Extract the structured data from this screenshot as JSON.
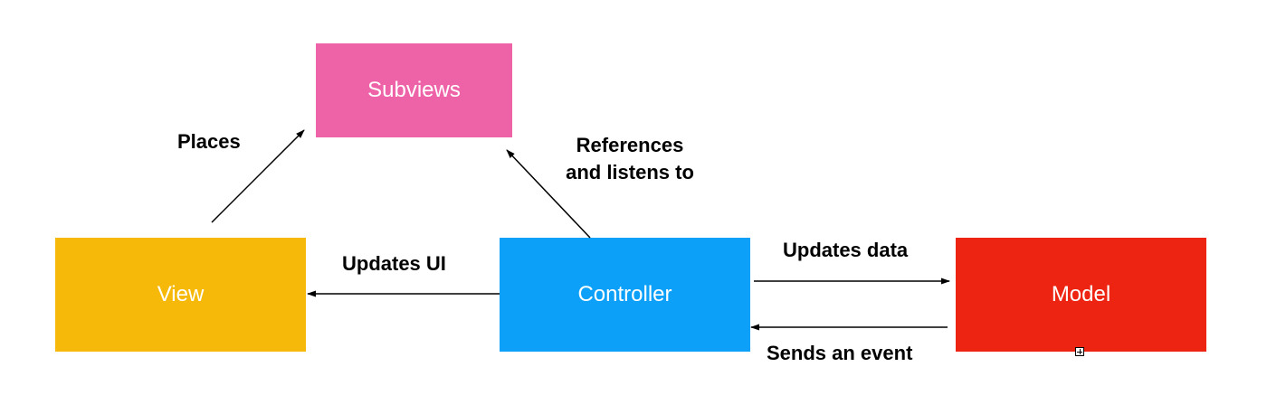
{
  "nodes": {
    "subviews": {
      "label": "Subviews",
      "color": "#EE63A8"
    },
    "view": {
      "label": "View",
      "color": "#F6B90A"
    },
    "controller": {
      "label": "Controller",
      "color": "#0DA0F8"
    },
    "model": {
      "label": "Model",
      "color": "#EE2412"
    }
  },
  "edges": {
    "places": {
      "label": "Places"
    },
    "references": {
      "line1": "References",
      "line2": "and listens to"
    },
    "updates_ui": {
      "label": "Updates UI"
    },
    "updates_data": {
      "label": "Updates data"
    },
    "sends_event": {
      "label": "Sends an event"
    }
  },
  "resize_handle_icon": "plus-square"
}
